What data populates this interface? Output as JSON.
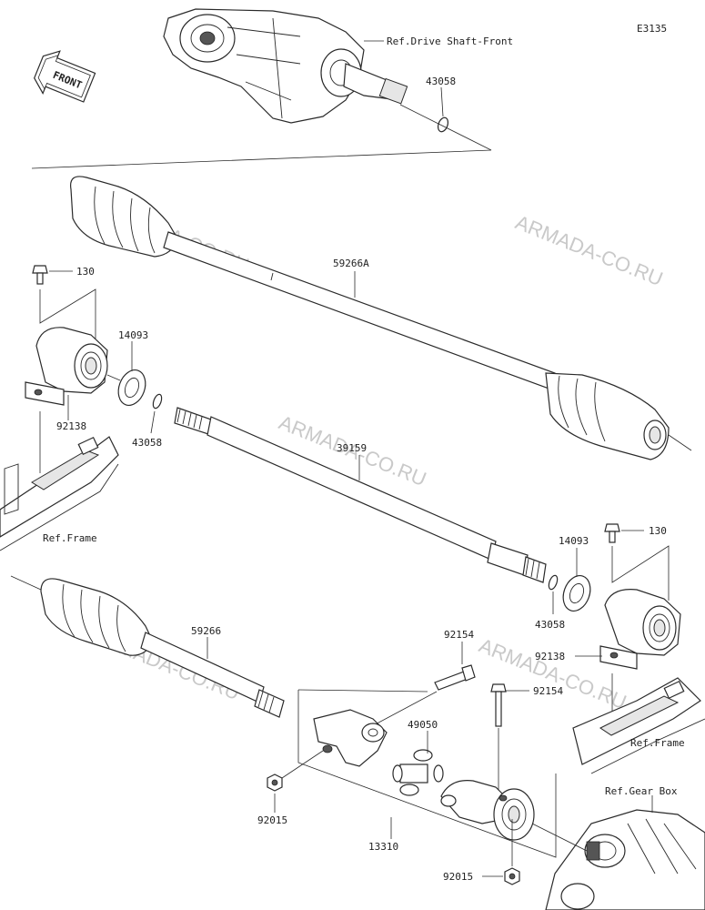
{
  "diagram_code": "E3135",
  "watermark": "ARMADA-CO.RU",
  "front_badge": "FRONT",
  "refs": {
    "drive_shaft_front": "Ref.Drive Shaft-Front",
    "frame": "Ref.Frame",
    "gear_box": "Ref.Gear Box"
  },
  "parts": {
    "p43058": "43058",
    "p59266A": "59266A",
    "p130": "130",
    "p14093": "14093",
    "p92138": "92138",
    "p39159": "39159",
    "p59266": "59266",
    "p92154": "92154",
    "p49050": "49050",
    "p92015": "92015",
    "p13310": "13310"
  }
}
